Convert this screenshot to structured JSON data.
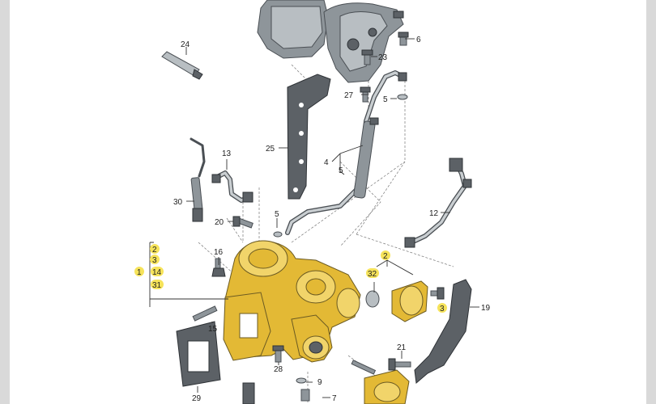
{
  "diagram": {
    "labels": {
      "l24": "24",
      "l6": "6",
      "l23": "23",
      "l27": "27",
      "l5a": "5",
      "l25": "25",
      "l4": "4",
      "l5b": "5",
      "l13": "13",
      "l30": "30",
      "l12": "12",
      "l20": "20",
      "l5c": "5",
      "l16": "16",
      "g2": "2",
      "g3": "3",
      "g1": "1",
      "g14": "14",
      "g31": "31",
      "r2": "2",
      "r32": "32",
      "r3": "3",
      "l19": "19",
      "l15": "15",
      "l21": "21",
      "l28": "28",
      "l9": "9",
      "l7": "7",
      "l29": "29"
    }
  }
}
